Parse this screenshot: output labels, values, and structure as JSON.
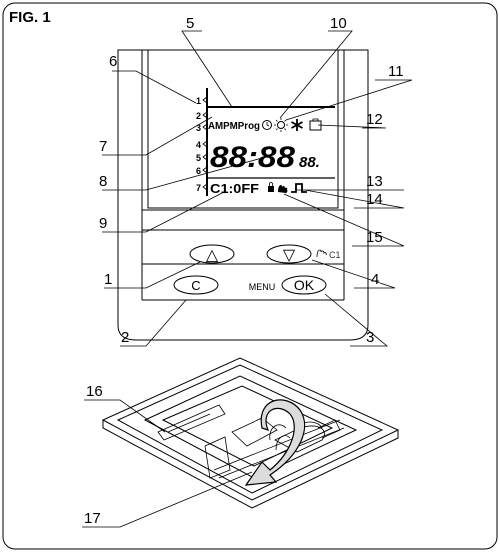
{
  "figure": {
    "title": "FIG. 1"
  },
  "callouts": [
    "1",
    "2",
    "3",
    "4",
    "5",
    "6",
    "7",
    "8",
    "9",
    "10",
    "11",
    "12",
    "13",
    "14",
    "15",
    "16",
    "17"
  ],
  "lcd": {
    "row_numbers": [
      "1",
      "2",
      "3",
      "4",
      "5",
      "6",
      "7"
    ],
    "ampm_prog": "AMPMProg",
    "digits": "88:88",
    "small_digits": "88.",
    "program_text": "C1:0FF"
  },
  "buttons": {
    "up_symbol": "△",
    "down_symbol": "▽",
    "c_label": "C",
    "ok_label": "OK",
    "menu_label": "MENU",
    "c1_label": "C1"
  }
}
